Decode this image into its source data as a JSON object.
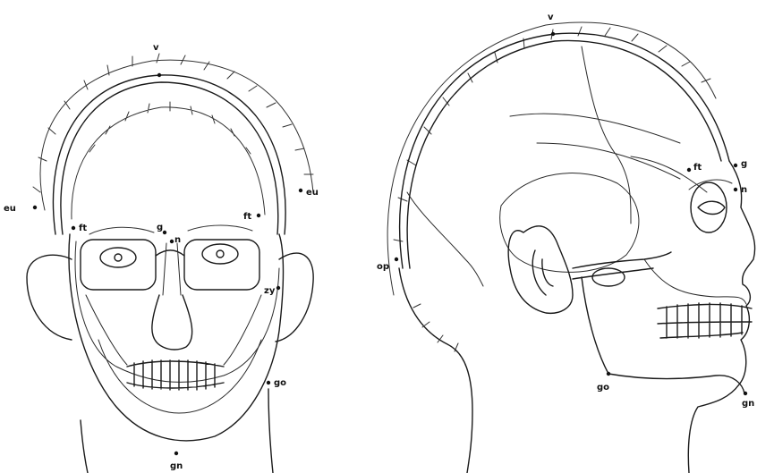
{
  "frontal_view": {
    "labels": {
      "vertex": "v",
      "euryon_right": "eu",
      "euryon_left": "eu",
      "frontotemporale_right": "ft",
      "frontotemporale_left": "ft",
      "glabella": "g",
      "nasion": "n",
      "zygion": "zy",
      "gonion": "go",
      "gnathion": "gn"
    }
  },
  "lateral_view": {
    "labels": {
      "vertex": "v",
      "opisthocranion": "op",
      "frontotemporale": "ft",
      "glabella": "g",
      "nasion": "n",
      "gonion": "go",
      "gnathion": "gn"
    }
  }
}
